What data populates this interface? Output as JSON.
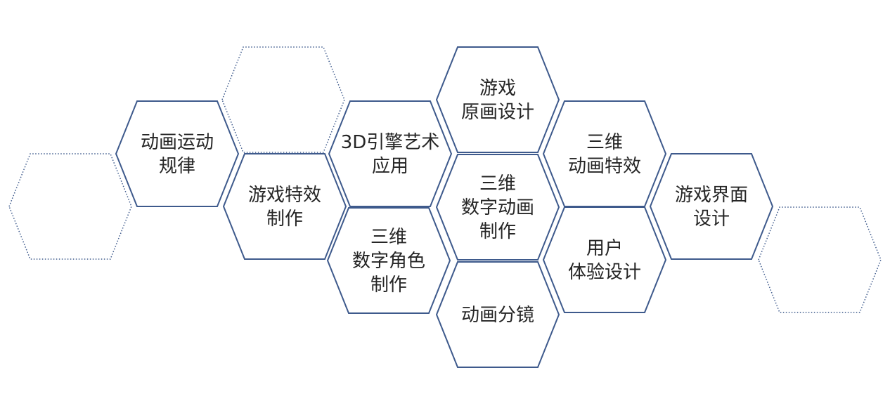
{
  "hexagons": [
    {
      "id": "empty-left",
      "style": "dotted",
      "lines": []
    },
    {
      "id": "empty-top",
      "style": "dotted",
      "lines": []
    },
    {
      "id": "empty-right",
      "style": "dotted",
      "lines": []
    },
    {
      "id": "animation-motion-rules",
      "style": "solid",
      "lines": [
        "动画运动",
        "规律"
      ]
    },
    {
      "id": "game-vfx",
      "style": "solid",
      "lines": [
        "游戏特效",
        "制作"
      ]
    },
    {
      "id": "3d-engine-art",
      "style": "solid",
      "lines": [
        "3D引擎艺术",
        "应用"
      ]
    },
    {
      "id": "3d-digital-character",
      "style": "solid",
      "lines": [
        "三维",
        "数字角色",
        "制作"
      ]
    },
    {
      "id": "game-concept-design",
      "style": "solid",
      "lines": [
        "游戏",
        "原画设计"
      ]
    },
    {
      "id": "3d-digital-animation",
      "style": "solid",
      "lines": [
        "三维",
        "数字动画",
        "制作"
      ]
    },
    {
      "id": "animation-storyboard",
      "style": "solid",
      "lines": [
        "动画分镜"
      ]
    },
    {
      "id": "3d-animation-vfx",
      "style": "solid",
      "lines": [
        "三维",
        "动画特效"
      ]
    },
    {
      "id": "ux-design",
      "style": "solid",
      "lines": [
        "用户",
        "体验设计"
      ]
    },
    {
      "id": "game-ui-design",
      "style": "solid",
      "lines": [
        "游戏界面",
        "设计"
      ]
    }
  ]
}
